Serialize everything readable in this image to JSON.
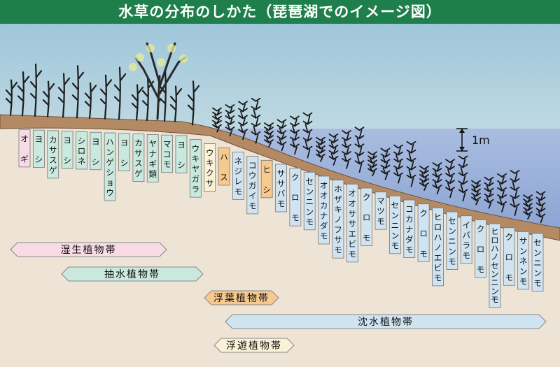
{
  "title": "水草の分布のしかた（琵琶湖でのイメージ図）",
  "scale_label": "1m",
  "colors": {
    "title_bg": "#1e7f4c",
    "wet": "#f9dbe6",
    "emergent": "#c9e8de",
    "floating_leaf": "#f6c98e",
    "submerged": "#cfe3f1",
    "free_floating": "#faf1d6",
    "water": "#96aed9",
    "soil": "#b38a64",
    "lakebed": "#ede4d6"
  },
  "labels": [
    {
      "text": "オ ギ",
      "zone": "wet"
    },
    {
      "text": "ヨ シ",
      "zone": "emergent"
    },
    {
      "text": "カサスゲ",
      "zone": "emergent"
    },
    {
      "text": "ヨ シ",
      "zone": "emergent"
    },
    {
      "text": "シロネ",
      "zone": "emergent"
    },
    {
      "text": "ヨ シ",
      "zone": "emergent"
    },
    {
      "text": "ハンゲショウ",
      "zone": "emergent"
    },
    {
      "text": "ヨ シ",
      "zone": "emergent"
    },
    {
      "text": "カサスゲ",
      "zone": "emergent"
    },
    {
      "text": "ヤナギ類",
      "zone": "emergent"
    },
    {
      "text": "マコモ",
      "zone": "emergent"
    },
    {
      "text": "ヨ シ",
      "zone": "emergent"
    },
    {
      "text": "ウキヤガラ",
      "zone": "emergent"
    },
    {
      "text": "ウキクサ",
      "zone": "free_floating"
    },
    {
      "text": "ハ ス",
      "zone": "floating_leaf"
    },
    {
      "text": "ネジレモ",
      "zone": "submerged"
    },
    {
      "text": "コウガイモ",
      "zone": "submerged"
    },
    {
      "text": "ヒ シ",
      "zone": "floating_leaf"
    },
    {
      "text": "ササバモ",
      "zone": "submerged"
    },
    {
      "text": "ク ロ モ",
      "zone": "submerged"
    },
    {
      "text": "センニンモ",
      "zone": "submerged"
    },
    {
      "text": "オオカナダモ",
      "zone": "submerged"
    },
    {
      "text": "ホザキノフサモ",
      "zone": "submerged"
    },
    {
      "text": "オオササエビモ",
      "zone": "submerged"
    },
    {
      "text": "ク ロ モ",
      "zone": "submerged"
    },
    {
      "text": "マツモ",
      "zone": "submerged"
    },
    {
      "text": "センニンモ",
      "zone": "submerged"
    },
    {
      "text": "コカナダモ",
      "zone": "submerged"
    },
    {
      "text": "ク ロ モ",
      "zone": "submerged"
    },
    {
      "text": "ヒロハノエビモ",
      "zone": "submerged"
    },
    {
      "text": "センニンモ",
      "zone": "submerged"
    },
    {
      "text": "イバラモ",
      "zone": "submerged"
    },
    {
      "text": "ク ロ モ",
      "zone": "submerged"
    },
    {
      "text": "ヒロハノセンニンモ",
      "zone": "submerged"
    },
    {
      "text": "ク ロ モ",
      "zone": "submerged"
    },
    {
      "text": "サンネンモ",
      "zone": "submerged"
    },
    {
      "text": "センニンモ",
      "zone": "submerged"
    }
  ],
  "bands": [
    {
      "text": "湿生植物帯",
      "zone": "wet"
    },
    {
      "text": "抽水植物帯",
      "zone": "emergent"
    },
    {
      "text": "浮葉植物帯",
      "zone": "floating_leaf"
    },
    {
      "text": "沈水植物帯",
      "zone": "submerged"
    },
    {
      "text": "浮遊植物帯",
      "zone": "free_floating"
    }
  ]
}
